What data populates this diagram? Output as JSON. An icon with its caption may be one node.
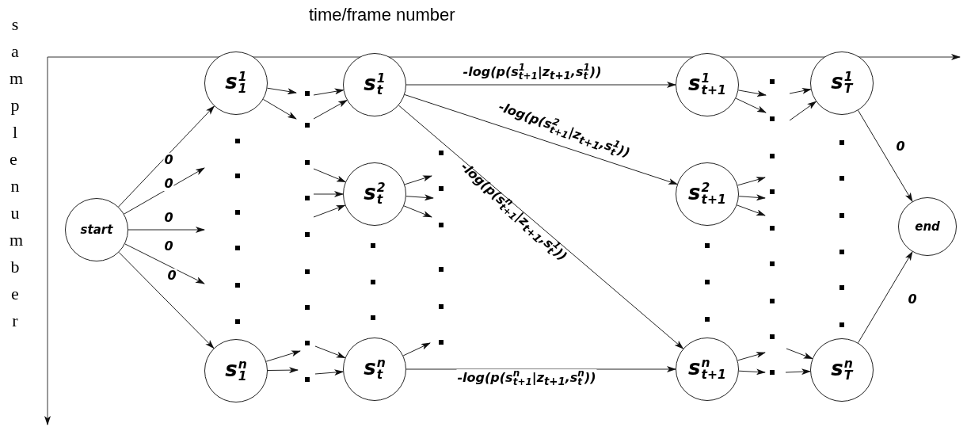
{
  "diagram": {
    "nodes": [
      {
        "text": [
          "start"
        ]
      },
      {
        "text": [
          "s$^{1}$$_{1}$"
        ]
      },
      {
        "text": [
          "s$^{n}$$_{1}$"
        ]
      },
      {
        "text": [
          "s$^{1}$$_{t}$"
        ]
      },
      {
        "text": [
          "s$^{2}$$_{t}$"
        ]
      },
      {
        "text": [
          "s$^{n}$$_{t}$"
        ]
      },
      {
        "text": [
          "s$^{1}$$_{t+1}$"
        ]
      },
      {
        "text": [
          "s$^{2}$$_{t+1}$"
        ]
      },
      {
        "text": [
          "s$^{n}$$_{t+1}$"
        ]
      },
      {
        "text": [
          "s$^{1}$$_{T}$"
        ]
      },
      {
        "text": [
          "s$^{n}$$_{T}$"
        ]
      },
      {
        "text": [
          "end"
        ]
      }
    ],
    "edges": [
      {
        "from": 0,
        "to": 1,
        "arrow": "to",
        "label": "0"
      },
      {
        "from": 0,
        "to": null,
        "arrow": "to",
        "label": "0"
      },
      {
        "from": 0,
        "to": null,
        "arrow": "to",
        "label": "0"
      },
      {
        "from": 0,
        "to": null,
        "arrow": "to",
        "label": "0"
      },
      {
        "from": 0,
        "to": 2,
        "arrow": "to",
        "label": "0"
      },
      {
        "from": 1,
        "to": null,
        "arrow": "to"
      },
      {
        "from": 1,
        "to": null,
        "arrow": "to"
      },
      {
        "from": null,
        "to": 3,
        "arrow": "to"
      },
      {
        "from": null,
        "to": 3,
        "arrow": "to"
      },
      {
        "from": null,
        "to": 4,
        "arrow": "to"
      },
      {
        "from": null,
        "to": 4,
        "arrow": "to"
      },
      {
        "from": null,
        "to": 4,
        "arrow": "to"
      },
      {
        "from": 4,
        "to": null,
        "arrow": "to"
      },
      {
        "from": 4,
        "to": null,
        "arrow": "to"
      },
      {
        "from": 4,
        "to": null,
        "arrow": "to"
      },
      {
        "from": 2,
        "to": null,
        "arrow": "to"
      },
      {
        "from": 2,
        "to": null,
        "arrow": "to"
      },
      {
        "from": null,
        "to": 5,
        "arrow": "to"
      },
      {
        "from": null,
        "to": 5,
        "arrow": "to"
      },
      {
        "from": 5,
        "to": null,
        "arrow": "to"
      },
      {
        "from": 3,
        "to": 6,
        "arrow": "to",
        "label": "-log(p(s$^{1}$$_{t+1}$|z$_{t+1}$,s$^{1}$$_{t}$))"
      },
      {
        "from": 3,
        "to": 7,
        "arrow": "to",
        "label": "-log(p(s$^{2}$$_{t+1}$|z$_{t+1}$,s$^{1}$$_{t}$))"
      },
      {
        "from": 3,
        "to": 8,
        "arrow": "to",
        "label": "-log(p(s$^{n}$$_{t+1}$|z$_{t+1}$,s$^{1}$$_{t}$))"
      },
      {
        "from": 5,
        "to": 8,
        "arrow": "to",
        "label": "-log(p(s$^{n}$$_{t+1}$|z$_{t+1}$,s$^{n}$$_{t}$))"
      },
      {
        "from": 6,
        "to": null,
        "arrow": "to"
      },
      {
        "from": 6,
        "to": null,
        "arrow": "to"
      },
      {
        "from": 7,
        "to": null,
        "arrow": "to"
      },
      {
        "from": 7,
        "to": null,
        "arrow": "to"
      },
      {
        "from": 7,
        "to": null,
        "arrow": "to"
      },
      {
        "from": 8,
        "to": null,
        "arrow": "to"
      },
      {
        "from": 8,
        "to": null,
        "arrow": "to"
      },
      {
        "from": null,
        "to": 9,
        "arrow": "to"
      },
      {
        "from": null,
        "to": 9,
        "arrow": "to"
      },
      {
        "from": null,
        "to": 10,
        "arrow": "to"
      },
      {
        "from": null,
        "to": 10,
        "arrow": "to"
      },
      {
        "from": 9,
        "to": 11,
        "arrow": "to",
        "label": "0"
      },
      {
        "from": 10,
        "to": 11,
        "arrow": "to",
        "label": "0"
      }
    ],
    "labels": [
      "time/frame number",
      "sample number"
    ]
  }
}
